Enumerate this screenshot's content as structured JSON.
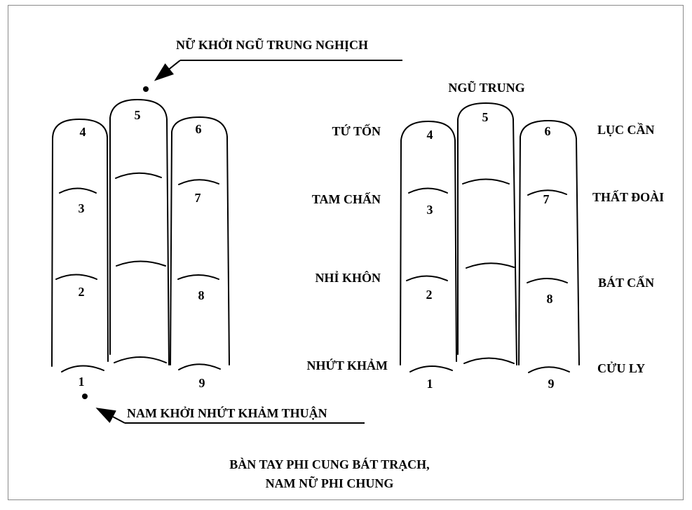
{
  "labels": {
    "top_annotation": "NỮ KHỞI NGŨ TRUNG NGHỊCH",
    "bottom_annotation": "NAM KHỞI NHỨT KHẢM THUẬN",
    "center": "NGŨ TRUNG",
    "left_4": "TỨ TỐN",
    "left_3": "TAM CHẤN",
    "left_2": "NHỈ KHÔN",
    "left_1": "NHỨT KHẢM",
    "right_6": "LỤC CẦN",
    "right_7": "THẤT ĐOÀI",
    "right_8": "BÁT CẤN",
    "right_9": "CỬU LY",
    "caption_line1": "BÀN TAY PHI CUNG BÁT TRẠCH,",
    "caption_line2": "NAM NỮ PHI CHUNG"
  },
  "left_hand_numbers": {
    "n1": "1",
    "n2": "2",
    "n3": "3",
    "n4": "4",
    "n5": "5",
    "n6": "6",
    "n7": "7",
    "n8": "8",
    "n9": "9"
  },
  "right_hand_numbers": {
    "n1": "1",
    "n2": "2",
    "n3": "3",
    "n4": "4",
    "n5": "5",
    "n6": "6",
    "n7": "7",
    "n8": "8",
    "n9": "9"
  }
}
